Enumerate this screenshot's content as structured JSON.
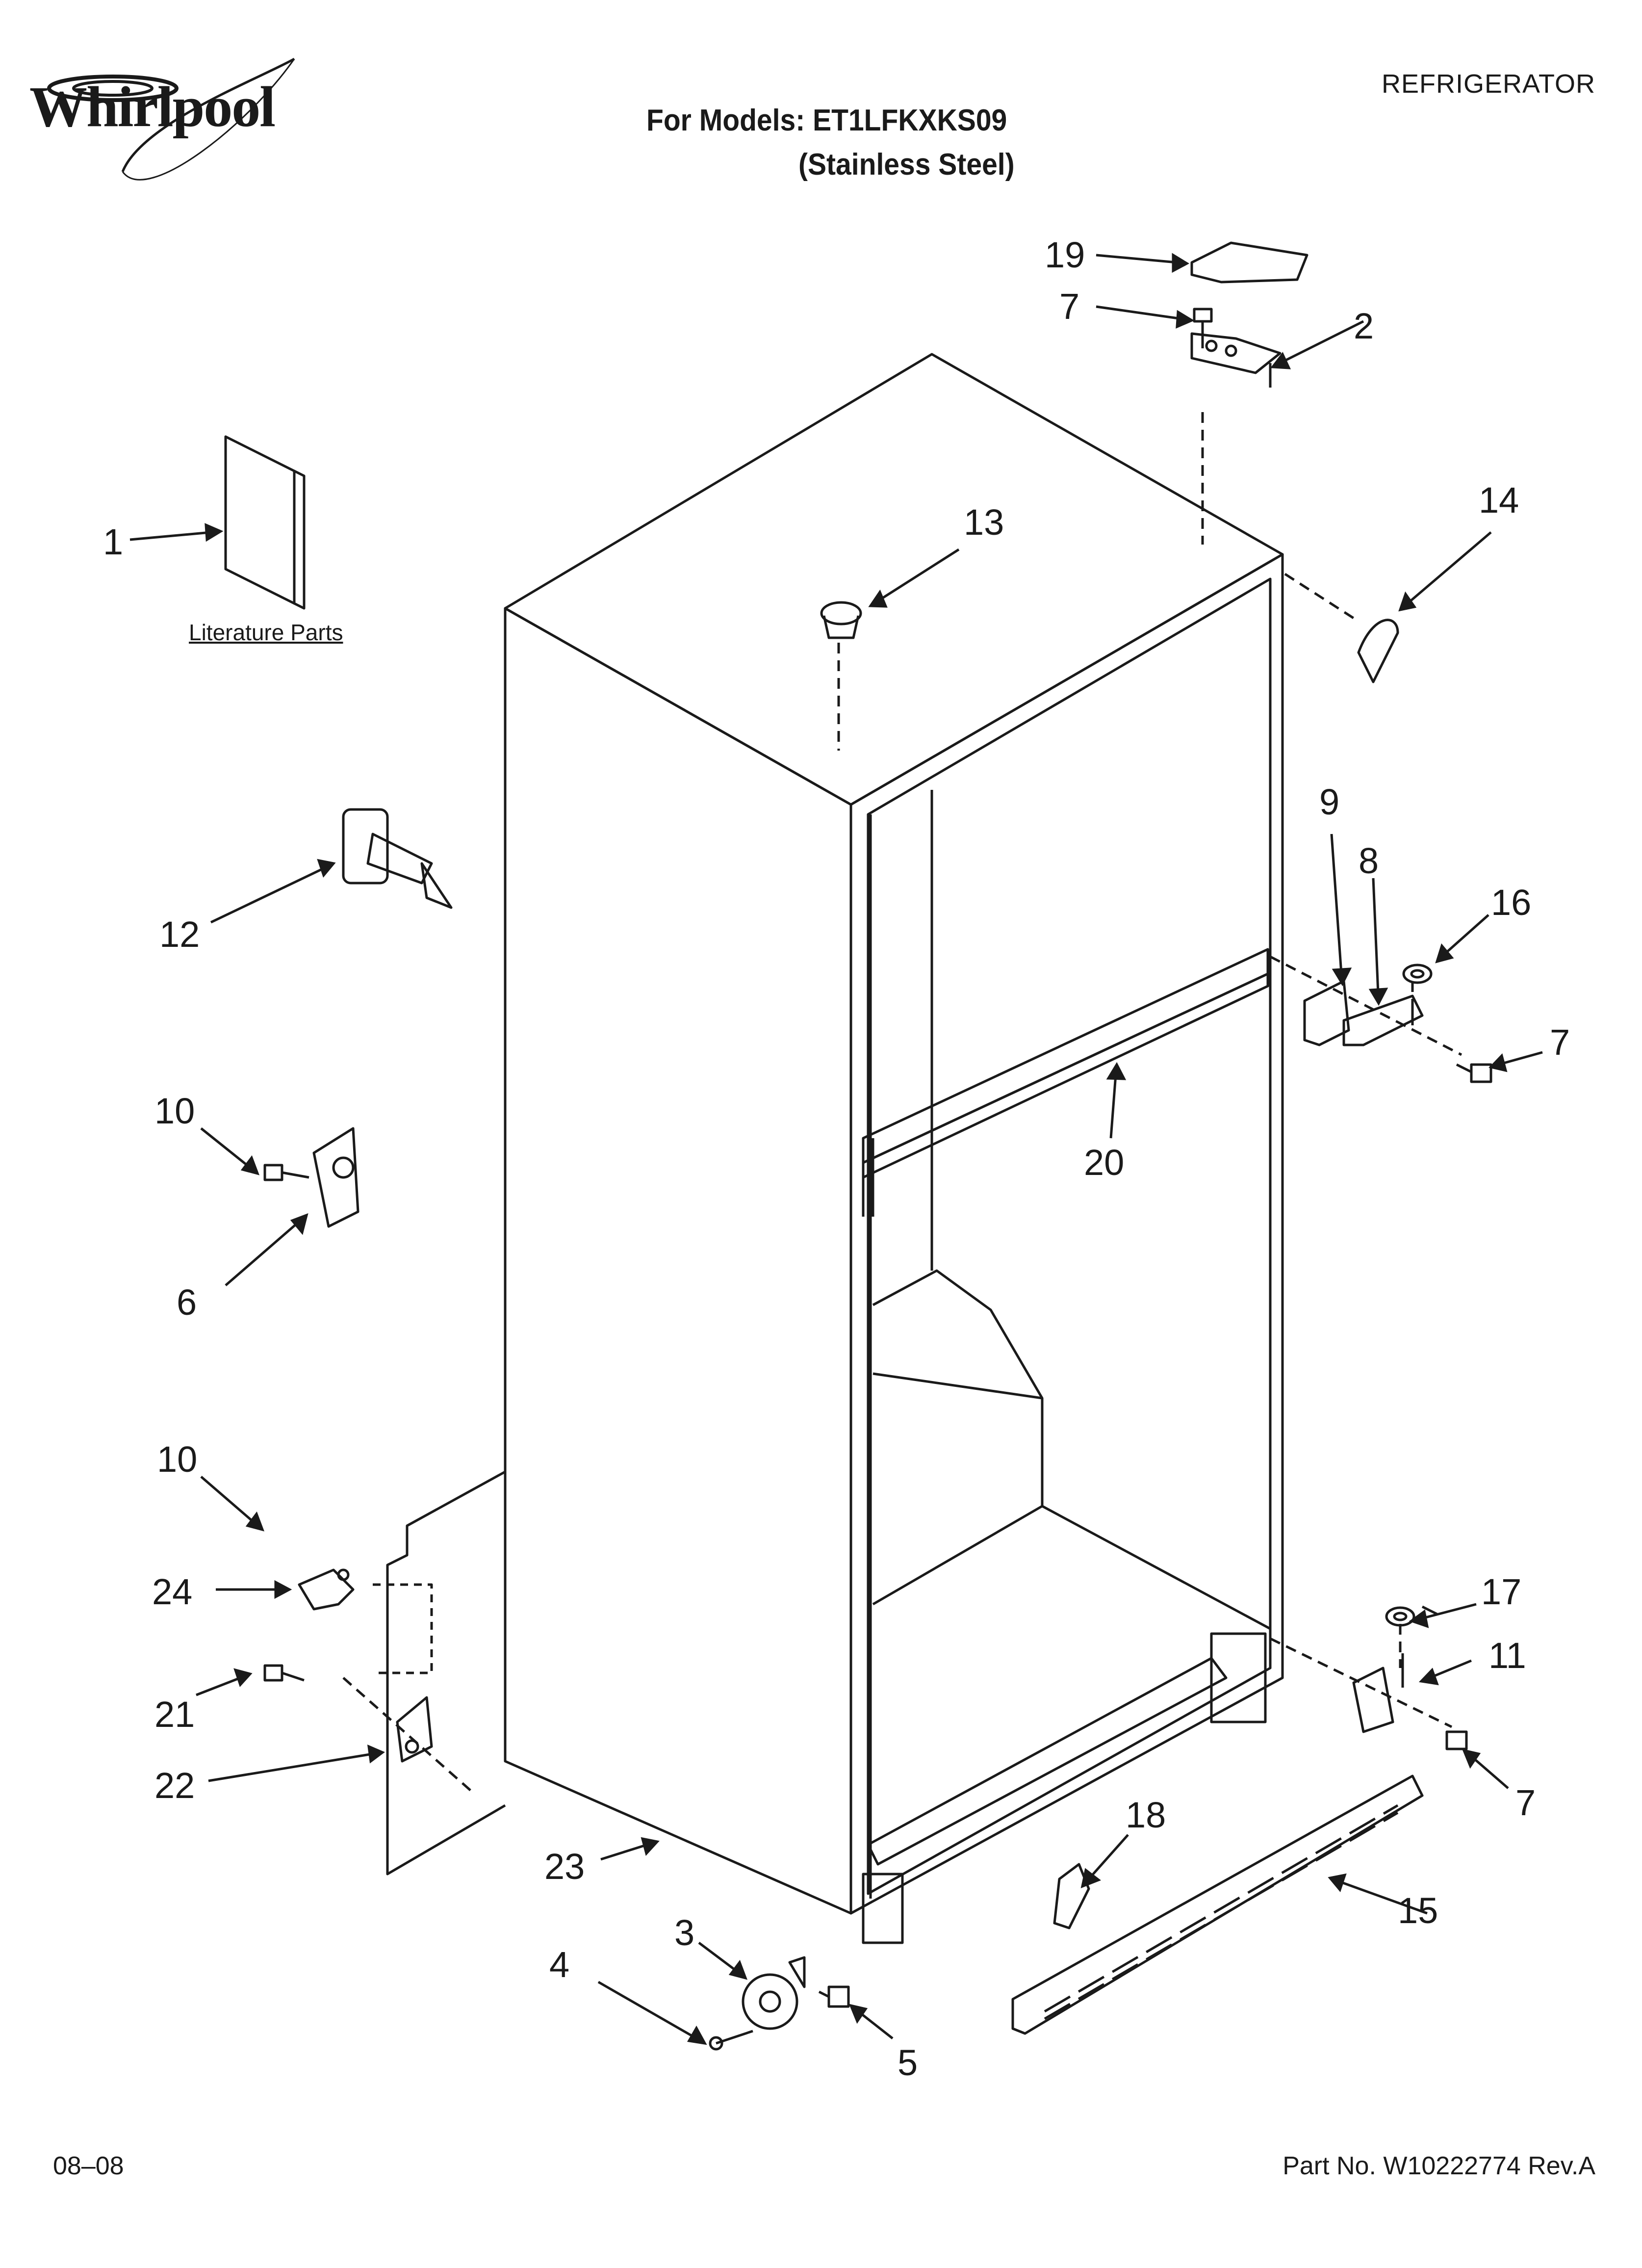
{
  "header": {
    "brand": "Whirlpool",
    "category": "REFRIGERATOR",
    "models_line": "For Models: ET1LFKXKS09",
    "variant_line": "(Stainless Steel)"
  },
  "footer": {
    "date": "08–08",
    "part_number": "Part No. W10222774 Rev.A"
  },
  "literature_label": "Literature Parts",
  "callouts": [
    {
      "id": "c1",
      "label": "1"
    },
    {
      "id": "c2",
      "label": "2"
    },
    {
      "id": "c3",
      "label": "3"
    },
    {
      "id": "c4",
      "label": "4"
    },
    {
      "id": "c5",
      "label": "5"
    },
    {
      "id": "c6",
      "label": "6"
    },
    {
      "id": "c7a",
      "label": "7"
    },
    {
      "id": "c7b",
      "label": "7"
    },
    {
      "id": "c7c",
      "label": "7"
    },
    {
      "id": "c8",
      "label": "8"
    },
    {
      "id": "c9",
      "label": "9"
    },
    {
      "id": "c10a",
      "label": "10"
    },
    {
      "id": "c10b",
      "label": "10"
    },
    {
      "id": "c11",
      "label": "11"
    },
    {
      "id": "c12",
      "label": "12"
    },
    {
      "id": "c13",
      "label": "13"
    },
    {
      "id": "c14",
      "label": "14"
    },
    {
      "id": "c15",
      "label": "15"
    },
    {
      "id": "c16",
      "label": "16"
    },
    {
      "id": "c17",
      "label": "17"
    },
    {
      "id": "c18",
      "label": "18"
    },
    {
      "id": "c19",
      "label": "19"
    },
    {
      "id": "c20",
      "label": "20"
    },
    {
      "id": "c21",
      "label": "21"
    },
    {
      "id": "c22",
      "label": "22"
    },
    {
      "id": "c23",
      "label": "23"
    },
    {
      "id": "c24",
      "label": "24"
    }
  ]
}
